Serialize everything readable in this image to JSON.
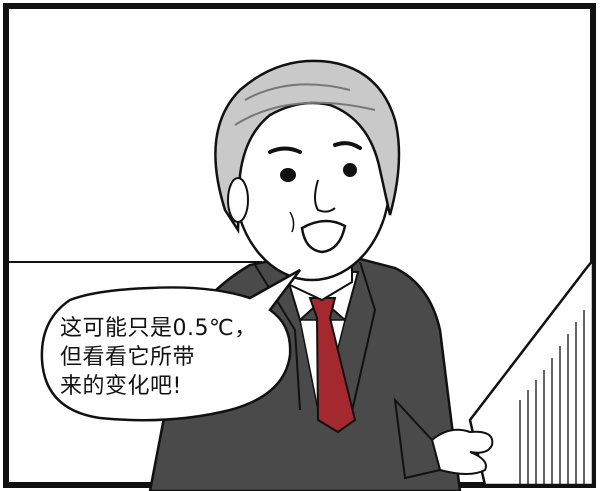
{
  "speech_bubble": {
    "lines": [
      "这可能只是0.5℃，",
      "但看看它所带",
      "来的变化吧!"
    ]
  },
  "colors": {
    "frame": "#111111",
    "suit": "#4a4a4a",
    "tie": "#a3292e",
    "hair": "#c9c9c9",
    "skin": "#ffffff"
  }
}
